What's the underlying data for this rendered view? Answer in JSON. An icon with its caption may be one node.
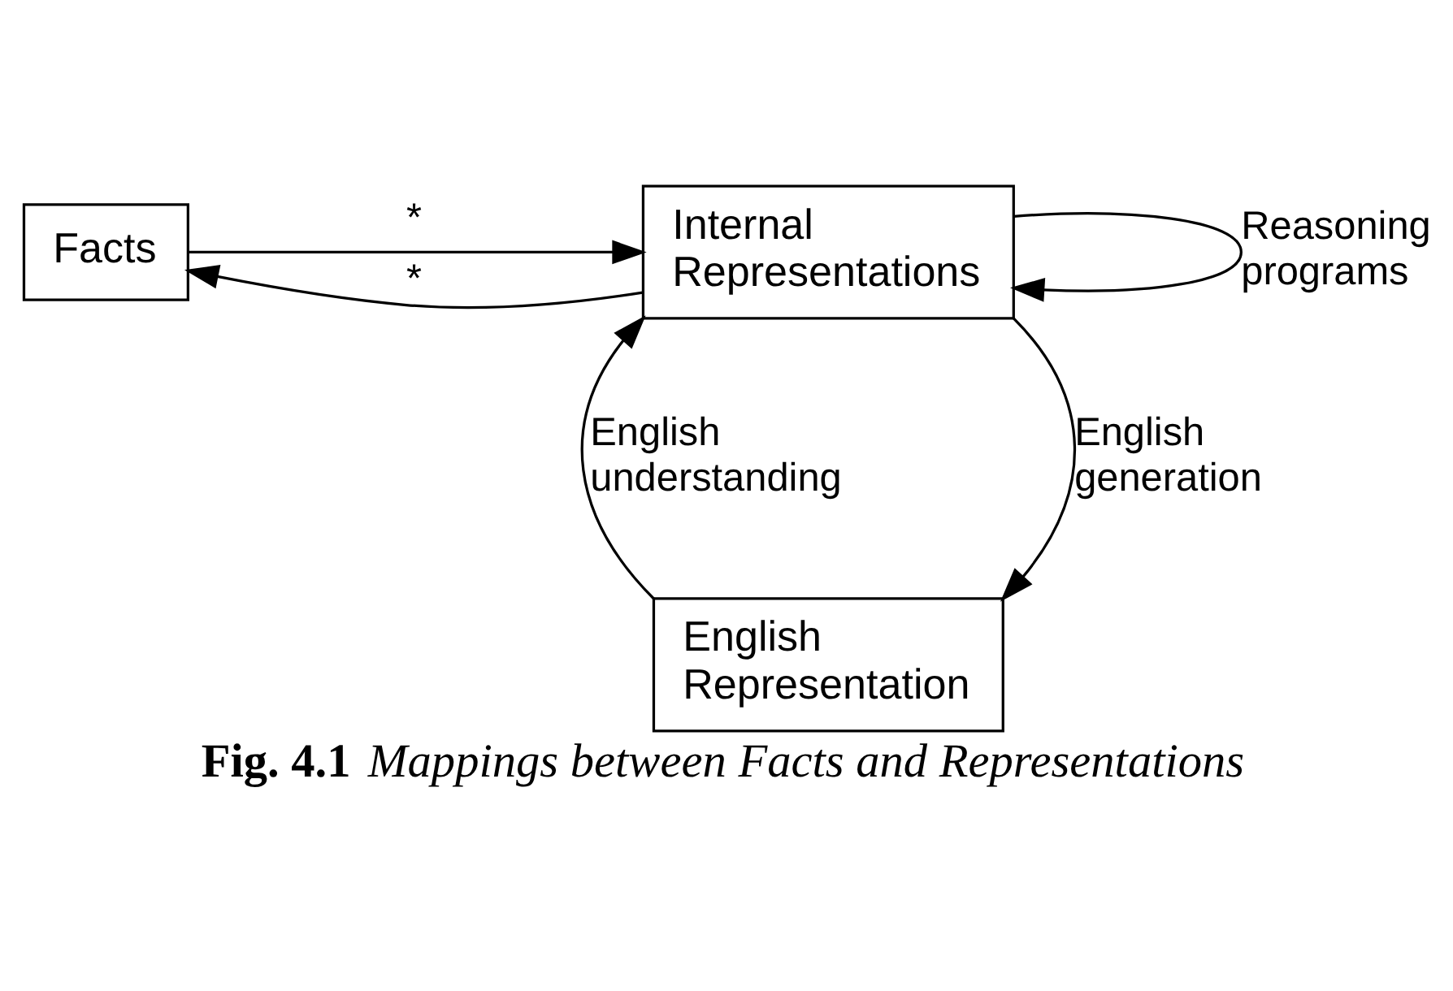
{
  "diagram": {
    "caption": "**Fig. 4.1** *Mappings between Facts and Representations*",
    "nodes": [
      {
        "text": [
          "Facts"
        ]
      },
      {
        "text": [
          "Internal Representations"
        ]
      },
      {
        "text": [
          "English Representation"
        ]
      }
    ],
    "edges": [
      {
        "from": 0,
        "to": 1,
        "arrow": "to",
        "label": "*"
      },
      {
        "from": 1,
        "to": 0,
        "arrow": "to",
        "label": "*"
      },
      {
        "from": 1,
        "to": 1,
        "arrow": "to",
        "label": "Reasoning programs"
      },
      {
        "from": 1,
        "to": 2,
        "arrow": "to",
        "label": "English generation"
      },
      {
        "from": 2,
        "to": 1,
        "arrow": "to",
        "label": "English understanding"
      }
    ]
  }
}
